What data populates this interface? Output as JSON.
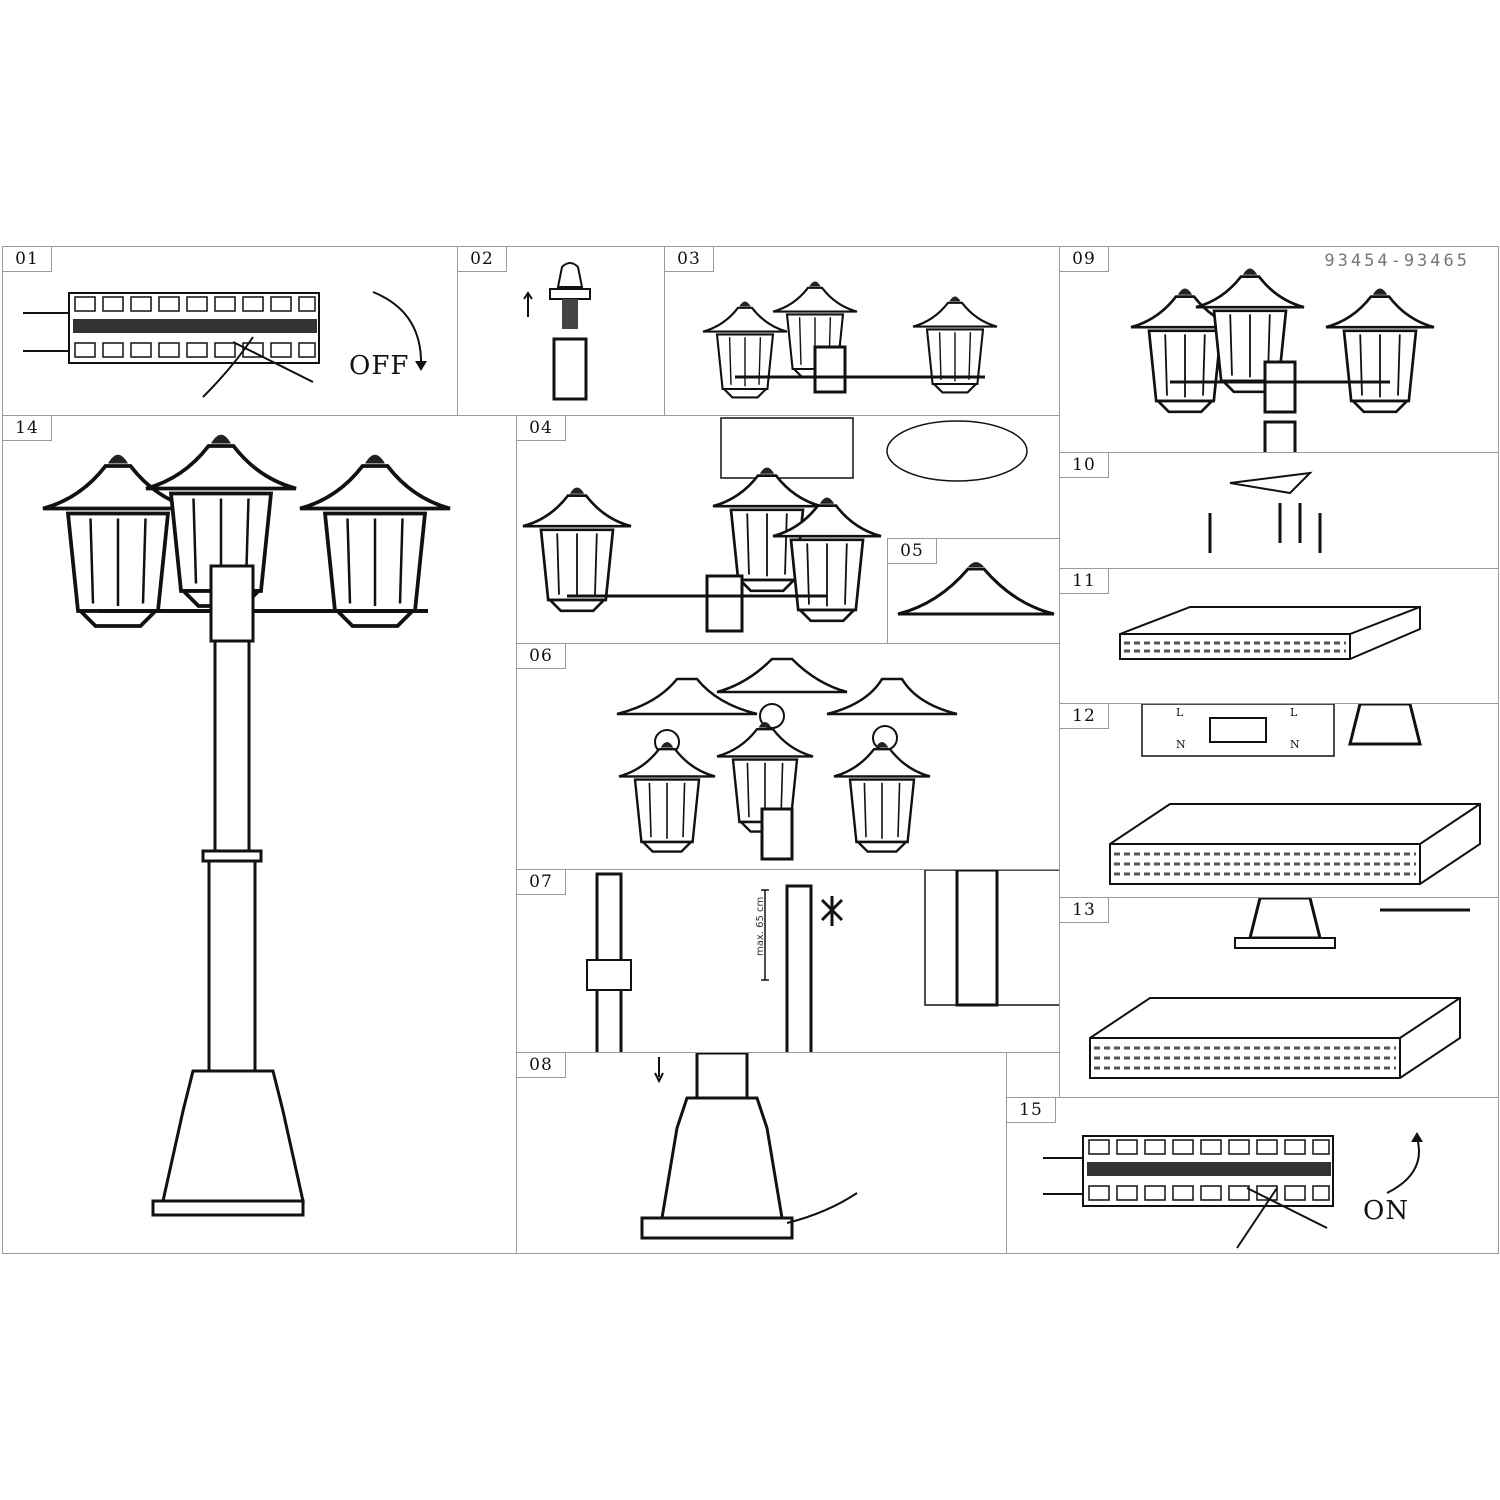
{
  "document": {
    "model_code": "93454-93465",
    "steps": [
      {
        "id": "01",
        "label": "01",
        "caption": "OFF"
      },
      {
        "id": "02",
        "label": "02"
      },
      {
        "id": "03",
        "label": "03"
      },
      {
        "id": "04",
        "label": "04"
      },
      {
        "id": "05",
        "label": "05"
      },
      {
        "id": "06",
        "label": "06"
      },
      {
        "id": "07",
        "label": "07",
        "note": "max. 65 cm"
      },
      {
        "id": "08",
        "label": "08"
      },
      {
        "id": "09",
        "label": "09"
      },
      {
        "id": "10",
        "label": "10"
      },
      {
        "id": "11",
        "label": "11"
      },
      {
        "id": "12",
        "label": "12",
        "wiring_labels": [
          "L",
          "L",
          "N",
          "N"
        ]
      },
      {
        "id": "13",
        "label": "13"
      },
      {
        "id": "14",
        "label": "14"
      },
      {
        "id": "15",
        "label": "15",
        "caption": "ON"
      }
    ]
  }
}
